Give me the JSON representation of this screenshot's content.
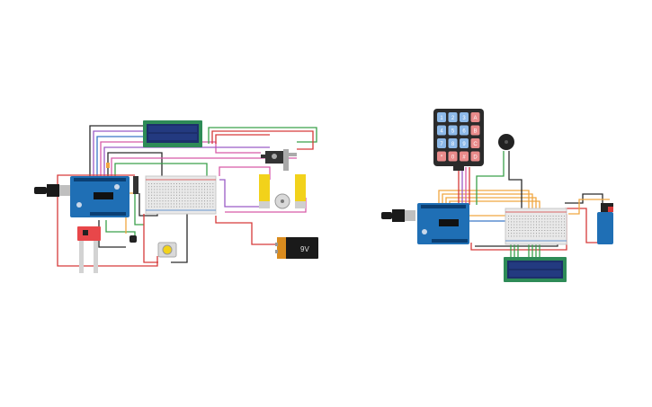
{
  "canvas": {
    "background": "#ffffff"
  },
  "colors": {
    "arduino": "#1f6fb5",
    "arduino_dark": "#0b3f73",
    "breadboard": "#e9e9e9",
    "lcd_frame": "#2e8b57",
    "lcd_screen": "#1c2f6b",
    "keypad_body": "#2b2b2b",
    "keypad_key": "#8db9e8",
    "keypad_key_alt": "#e98b8b",
    "motor": "#f2d21b",
    "battery": "#1a1a1a",
    "battery_cap": "#d98b1e",
    "sensor": "#e8474a",
    "wire_red": "#d63a3a",
    "wire_black": "#2a2a2a",
    "wire_green": "#3aa04a",
    "wire_purple": "#9a5cc7",
    "wire_pink": "#d85aa8",
    "wire_orange": "#f0a640",
    "wire_blue": "#3a78c7",
    "wire_gray": "#7a7a7a"
  },
  "circuit_left": {
    "battery_label": "9V"
  },
  "circuit_right": {
    "keypad_keys": [
      "1",
      "2",
      "3",
      "A",
      "4",
      "5",
      "6",
      "B",
      "7",
      "8",
      "9",
      "C",
      "*",
      "0",
      "#",
      "D"
    ]
  },
  "icons": [
    "usb-plug-icon",
    "piezo-buzzer-icon",
    "servo-icon",
    "soil-sensor-icon",
    "dc-motor-icon",
    "potentiometer-icon"
  ]
}
